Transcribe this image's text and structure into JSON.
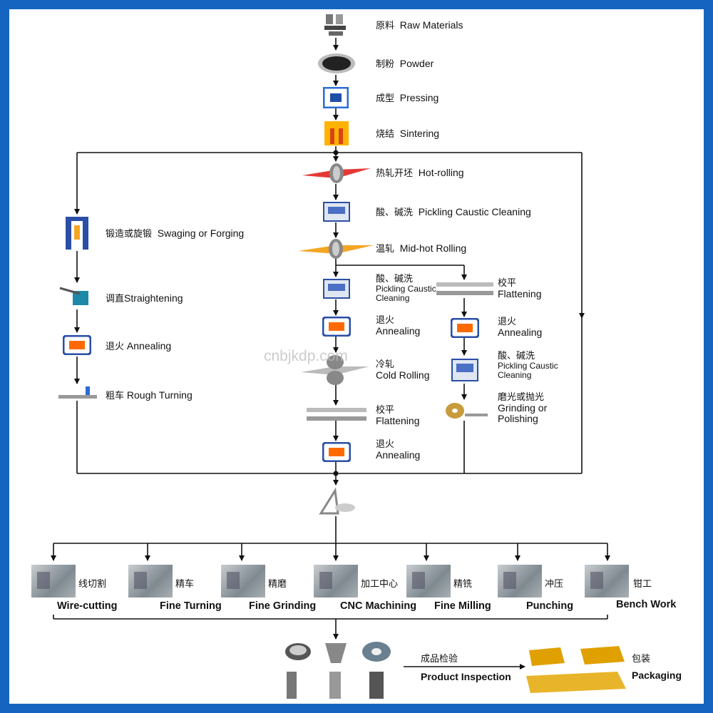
{
  "steps": {
    "raw": {
      "zh": "原料",
      "en": "Raw Materials"
    },
    "powder": {
      "zh": "制粉",
      "en": "Powder"
    },
    "press": {
      "zh": "成型",
      "en": "Pressing"
    },
    "sinter": {
      "zh": "烧结",
      "en": "Sintering"
    },
    "hot": {
      "zh": "热轧开坯",
      "en": "Hot-rolling"
    },
    "pick1": {
      "zh": "酸、碱洗",
      "en": "Pickling Caustic Cleaning"
    },
    "mid": {
      "zh": "温轧",
      "en": "Mid-hot Rolling"
    },
    "pick2": {
      "zh": "酸、碱洗",
      "en1": "Pickling Caustic",
      "en2": "Cleaning"
    },
    "ann1": {
      "zh": "退火",
      "en": "Annealing"
    },
    "cold": {
      "zh": "冷轧",
      "en": "Cold Rolling"
    },
    "flat1": {
      "zh": "校平",
      "en": "Flattening"
    },
    "ann2": {
      "zh": "退火",
      "en": "Annealing"
    },
    "flat2": {
      "zh": "校平",
      "en": "Flattening"
    },
    "ann3": {
      "zh": "退火",
      "en": "Annealing"
    },
    "pick3": {
      "zh": "酸、碱洗",
      "en1": "Pickling Caustic",
      "en2": "Cleaning"
    },
    "grind": {
      "zh": "磨光或抛光",
      "en1": "Grinding or",
      "en2": "Polishing"
    },
    "swage": {
      "zh": "锻造或旋锻",
      "en": "Swaging or Forging"
    },
    "straight": {
      "zh": "调直",
      "en": "Straightening"
    },
    "annL": {
      "zh": "退火",
      "en": "Annealing"
    },
    "rough": {
      "zh": "粗车",
      "en": "Rough Turning"
    }
  },
  "machining": [
    {
      "zh": "线切割",
      "en": "Wire-cutting"
    },
    {
      "zh": "精车",
      "en": "Fine Turning"
    },
    {
      "zh": "精磨",
      "en": "Fine Grinding"
    },
    {
      "zh": "加工中心",
      "en": "CNC Machining"
    },
    {
      "zh": "精铣",
      "en": "Fine Milling"
    },
    {
      "zh": "冲压",
      "en": "Punching"
    },
    {
      "zh": "钳工",
      "en": "Bench Work"
    }
  ],
  "final": {
    "inspect_zh": "成品检验",
    "inspect_en": "Product Inspection",
    "pack_zh": "包装",
    "pack_en": "Packaging"
  },
  "watermark": "cnbjkdp.com",
  "colors": {
    "frame": "#1565c0",
    "heat": "#ff6a00",
    "roll_red": "#e53935",
    "roll_yellow": "#f5a623",
    "box": "#e0a000"
  }
}
